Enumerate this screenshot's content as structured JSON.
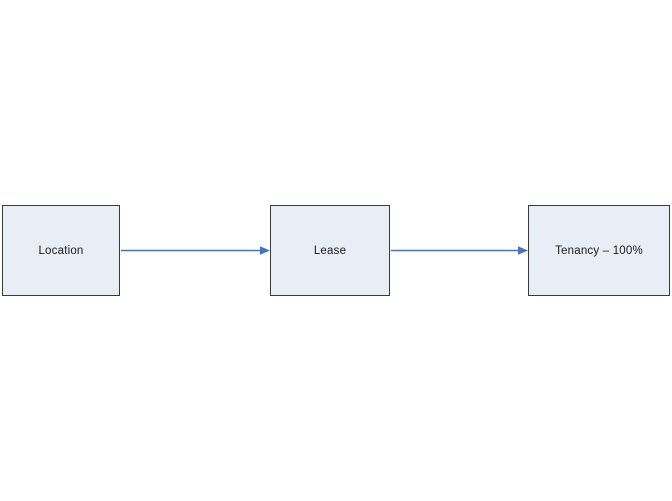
{
  "diagram": {
    "background_color": "#ffffff",
    "box_fill_color": "#e9edf6",
    "box_border_color": "#3a3a3a",
    "arrow_color": "#4472c4",
    "text_color": "#1a1a1a",
    "nodes": [
      {
        "id": "location",
        "label": "Location"
      },
      {
        "id": "lease",
        "label": "Lease"
      },
      {
        "id": "tenancy",
        "label": "Tenancy – 100%"
      }
    ],
    "connections": [
      {
        "from": "location",
        "to": "lease",
        "direction": "right"
      },
      {
        "from": "lease",
        "to": "tenancy",
        "direction": "right"
      }
    ]
  }
}
